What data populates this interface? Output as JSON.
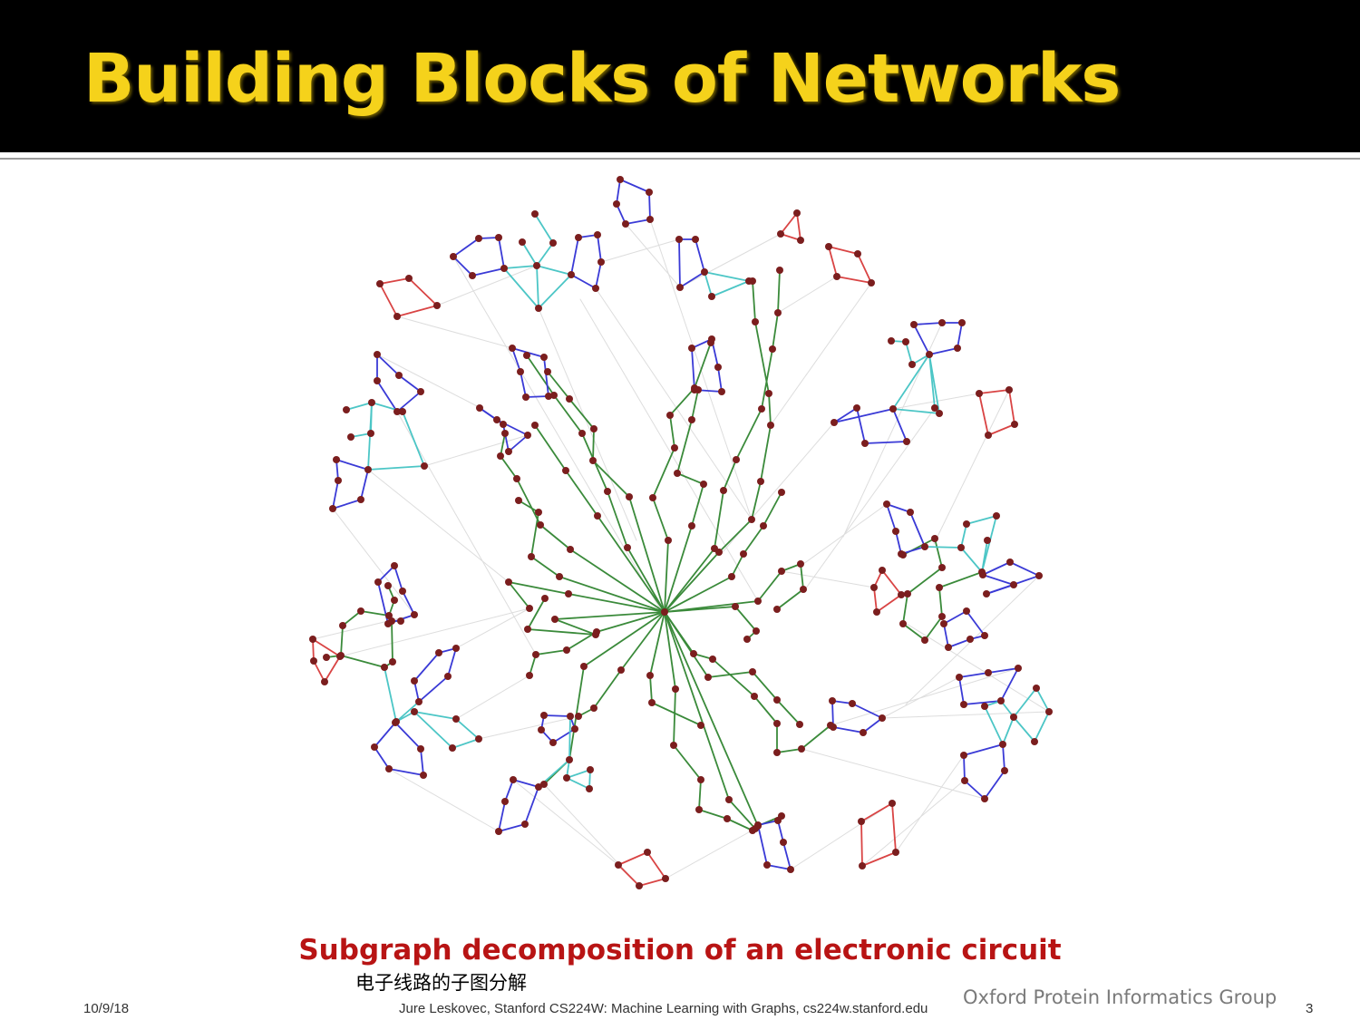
{
  "slide": {
    "title": "Building Blocks of Networks",
    "caption": "Subgraph decomposition of an electronic circuit",
    "caption_cn": "电子线路的子图分解",
    "credit": "Oxford Protein Informatics Group"
  },
  "footer": {
    "date": "10/9/18",
    "center": "Jure Leskovec, Stanford CS224W: Machine Learning with Graphs, cs224w.stanford.edu",
    "page": "3"
  },
  "colors": {
    "title": "#f5d21b",
    "title_bar": "#000000",
    "caption": "#b81414",
    "node": "#7b1e1e",
    "edge_green": "#3a8a3a",
    "edge_blue": "#3a3ad6",
    "edge_cyan": "#4cc6c6",
    "edge_red": "#d94444",
    "edge_gray": "#dddddd"
  },
  "diagram": {
    "type": "network",
    "edge_categories": [
      "green",
      "blue",
      "cyan",
      "red",
      "gray"
    ]
  }
}
